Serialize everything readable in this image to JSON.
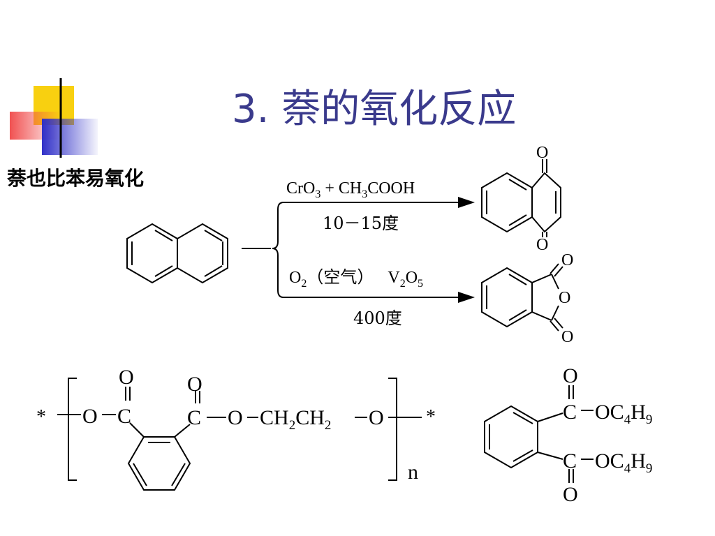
{
  "slide": {
    "title": "3. 萘的氧化反应",
    "subtitle": "萘也比苯易氧化"
  },
  "reaction1": {
    "reagent": {
      "a": "CrO",
      "a_sub": "3",
      "plus": " + CH",
      "b_sub": "3",
      "tail": "COOH"
    },
    "condition": "10－15度"
  },
  "reaction2": {
    "reagent": {
      "o": "O",
      "o_sub": "2",
      "air": "（空气）",
      "v": "V",
      "v_sub": "2",
      "vo": "O",
      "vo_sub": "5"
    },
    "condition": "400度"
  },
  "atoms": {
    "O": "O",
    "C": "C",
    "star": "*",
    "n": "n",
    "ch2": "CH",
    "sub2": "2",
    "oc4h9": "OC",
    "sub4": "4",
    "h": "H",
    "sub9": "9"
  },
  "colors": {
    "title": "#3a3a8c",
    "deco_yellow": "#f8d010",
    "deco_red": "#f04848",
    "deco_blue": "#3030c8"
  }
}
